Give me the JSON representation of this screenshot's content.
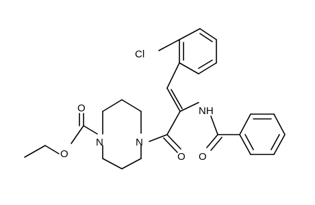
{
  "molecule": {
    "atoms": {
      "chlorine": "Cl",
      "amide_nitrogen": "NH",
      "ketone_oxygen": "O",
      "benzoyl_oxygen": "O",
      "piperazine_n1": "N",
      "piperazine_n4": "N",
      "carbamate_carbonyl_oxygen": "O",
      "carbamate_ether_oxygen": "O"
    }
  }
}
